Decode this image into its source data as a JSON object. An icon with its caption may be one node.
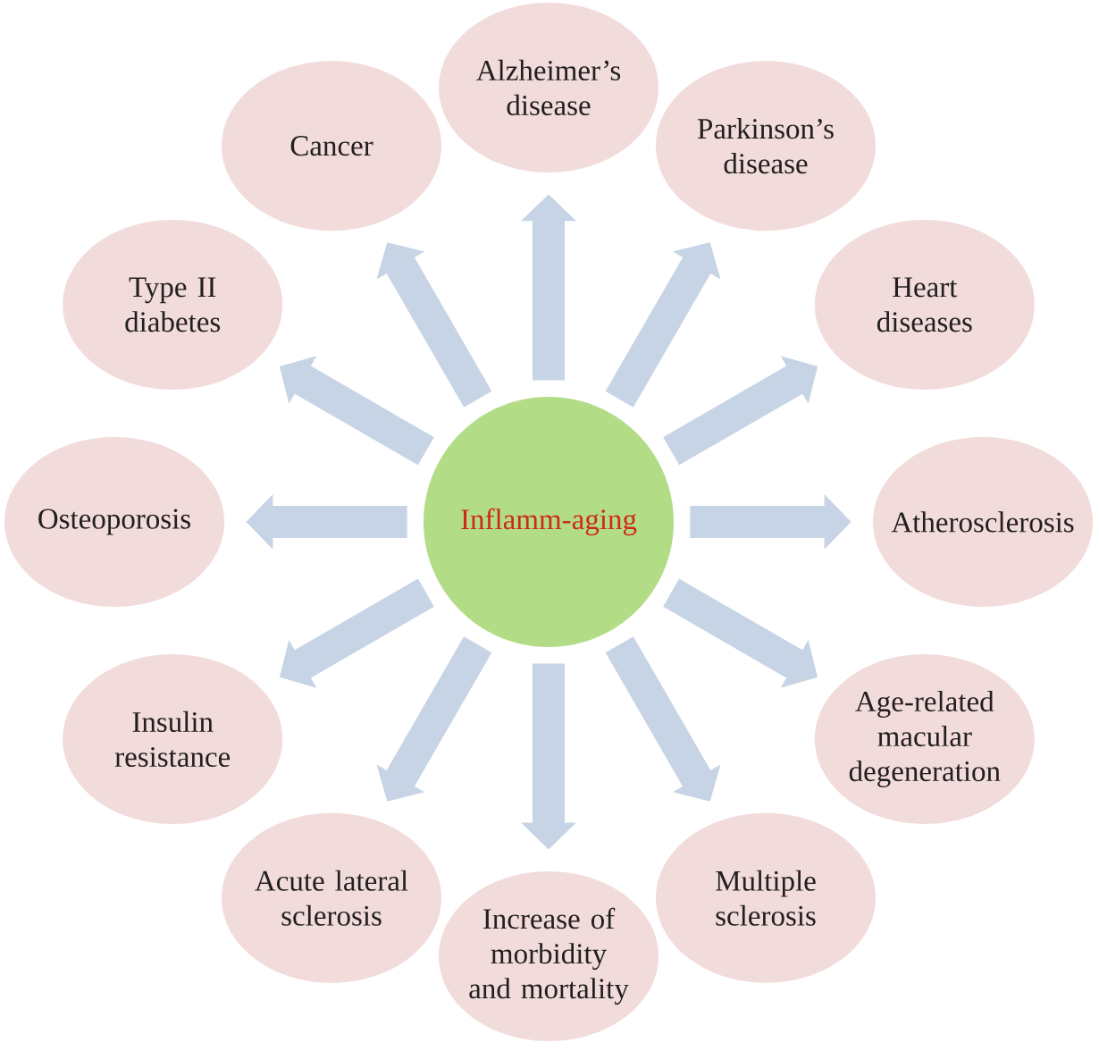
{
  "diagram": {
    "nodes": [
      {
        "text": [
          "Inflamm-aging"
        ]
      },
      {
        "text": [
          "Alzheimer’s disease"
        ]
      },
      {
        "text": [
          "Parkinson’s disease"
        ]
      },
      {
        "text": [
          "Heart diseases"
        ]
      },
      {
        "text": [
          "Atherosclerosis"
        ]
      },
      {
        "text": [
          "Age-related macular degeneration"
        ]
      },
      {
        "text": [
          "Multiple sclerosis"
        ]
      },
      {
        "text": [
          "Increase of morbidity and mortality"
        ]
      },
      {
        "text": [
          "Acute lateral sclerosis"
        ]
      },
      {
        "text": [
          "Insulin resistance"
        ]
      },
      {
        "text": [
          "Osteoporosis"
        ]
      },
      {
        "text": [
          "Type II diabetes"
        ]
      },
      {
        "text": [
          "Cancer"
        ]
      }
    ],
    "edges": [
      {
        "from": 0,
        "to": 1,
        "arrow": "to"
      },
      {
        "from": 0,
        "to": 2,
        "arrow": "to"
      },
      {
        "from": 0,
        "to": 3,
        "arrow": "to"
      },
      {
        "from": 0,
        "to": 4,
        "arrow": "to"
      },
      {
        "from": 0,
        "to": 5,
        "arrow": "to"
      },
      {
        "from": 0,
        "to": 6,
        "arrow": "to"
      },
      {
        "from": 0,
        "to": 7,
        "arrow": "to"
      },
      {
        "from": 0,
        "to": 8,
        "arrow": "to"
      },
      {
        "from": 0,
        "to": 9,
        "arrow": "to"
      },
      {
        "from": 0,
        "to": 10,
        "arrow": "to"
      },
      {
        "from": 0,
        "to": 11,
        "arrow": "to"
      },
      {
        "from": 0,
        "to": 12,
        "arrow": "to"
      }
    ]
  }
}
